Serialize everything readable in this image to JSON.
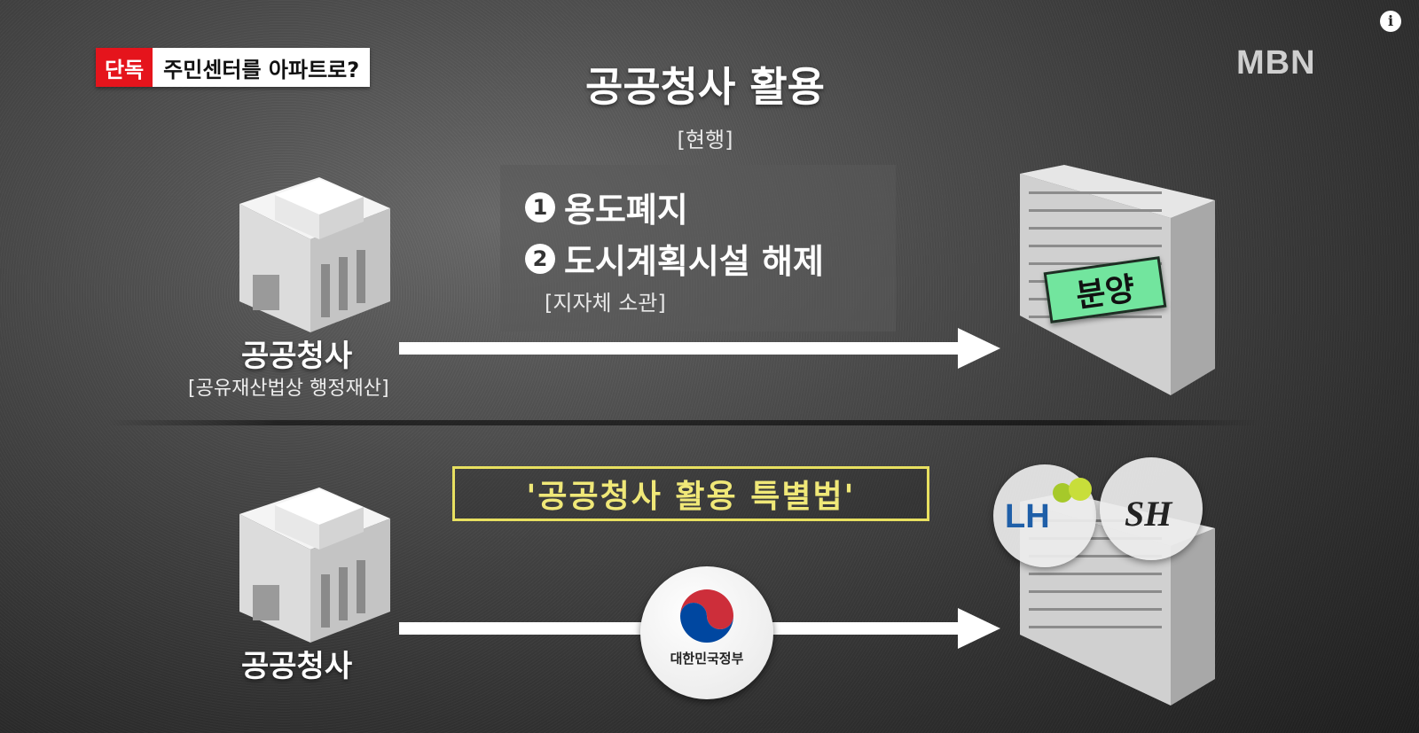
{
  "badge": {
    "tag": "단독",
    "headline": "주민센터를 아파트로?"
  },
  "broadcaster": "MBN",
  "info_icon": "i",
  "title": "공공청사 활용",
  "subtitle": "[현행]",
  "steps": [
    {
      "num": "1",
      "text": "용도폐지"
    },
    {
      "num": "2",
      "text": "도시계획시설 해제"
    }
  ],
  "steps_note": "[지자체 소관]",
  "top_building": {
    "label": "공공청사",
    "sub": "[공유재산법상 행정재산]"
  },
  "sale_tag": "분양",
  "special_law": "'공공청사 활용 특별법'",
  "bottom_building": {
    "label": "공공청사"
  },
  "government": "대한민국정부",
  "lh_logo": "LH",
  "sh_logo": "SH",
  "colors": {
    "red_tag": "#e5141c",
    "sale_green": "#72e59e",
    "law_yellow": "#e8e060"
  }
}
